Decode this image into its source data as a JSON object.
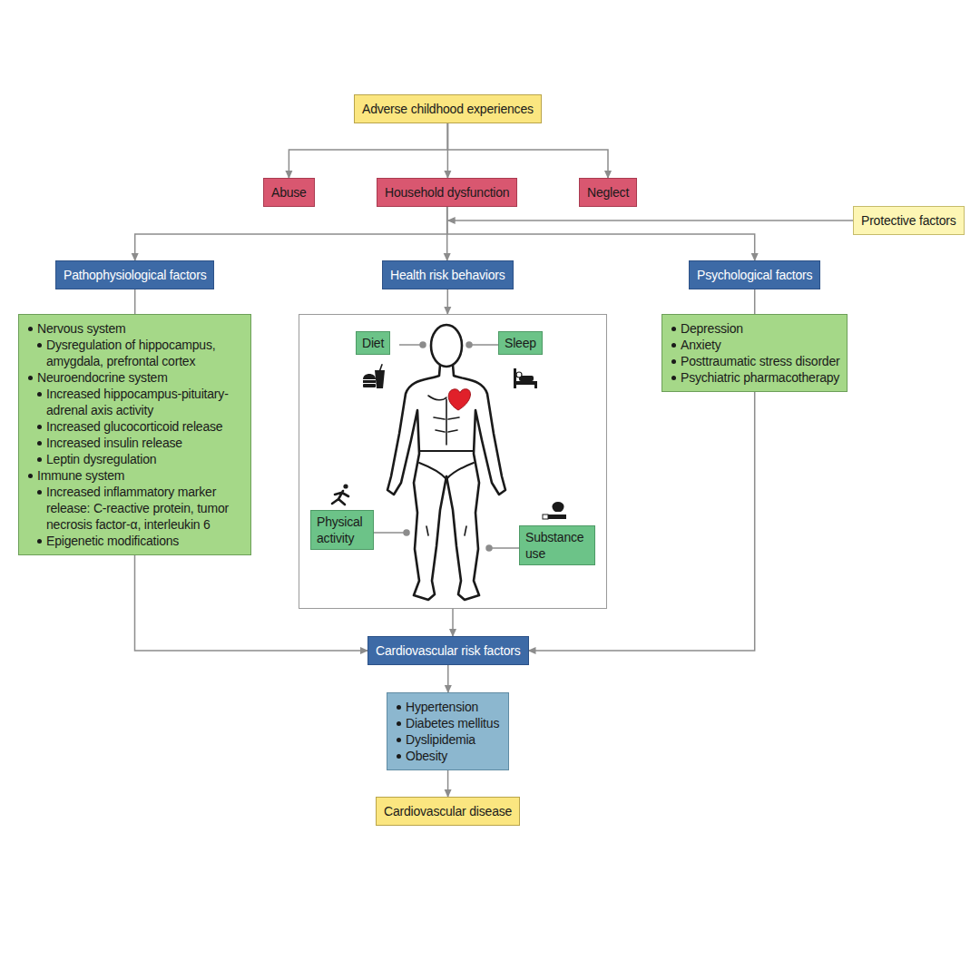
{
  "diagram": {
    "nodes": [
      {
        "text": [
          "Adverse childhood experiences"
        ]
      },
      {
        "text": [
          "Abuse"
        ]
      },
      {
        "text": [
          "Household dysfunction"
        ]
      },
      {
        "text": [
          "Neglect"
        ]
      },
      {
        "text": [
          "Protective factors"
        ]
      },
      {
        "text": [
          "Pathophysiological factors"
        ]
      },
      {
        "text": [
          "Health risk behaviors"
        ]
      },
      {
        "text": [
          "Psychological factors"
        ]
      },
      {
        "text": [
          "Nervous system",
          "Dysregulation of hippocampus, amygdala, prefrontal cortex",
          "Neuroendocrine system",
          "Increased hippocampus-pituitary-adrenal axis activity",
          "Increased glucocorticoid release",
          "Increased insulin release",
          "Leptin dysregulation",
          "Immune system",
          "Increased inflammatory marker release: C-reactive protein, tumor necrosis factor-α, interleukin 6",
          "Epigenetic modifications"
        ]
      },
      {
        "text": []
      },
      {
        "text": [
          "Diet"
        ],
        "in": 9
      },
      {
        "text": [
          "Sleep"
        ],
        "in": 9
      },
      {
        "text": [
          "Physical activity"
        ],
        "in": 9
      },
      {
        "text": [
          "Substance use"
        ],
        "in": 9
      },
      {
        "text": [
          "Depression",
          "Anxiety",
          "Posttraumatic stress disorder",
          "Psychiatric pharmacotherapy"
        ]
      },
      {
        "text": [
          "Cardiovascular risk factors"
        ]
      },
      {
        "text": [
          "Hypertension",
          "Diabetes mellitus",
          "Dyslipidemia",
          "Obesity"
        ]
      },
      {
        "text": [
          "Cardiovascular disease"
        ]
      }
    ],
    "edges": [
      {
        "from": 0,
        "to": 1,
        "arrow": "to"
      },
      {
        "from": 0,
        "to": 2,
        "arrow": "to"
      },
      {
        "from": 0,
        "to": 3,
        "arrow": "to"
      },
      {
        "from": 4,
        "to": 2,
        "arrow": "to"
      },
      {
        "from": 2,
        "to": 5,
        "arrow": "to"
      },
      {
        "from": 2,
        "to": 6,
        "arrow": "to"
      },
      {
        "from": 2,
        "to": 7,
        "arrow": "to"
      },
      {
        "from": 5,
        "to": 8,
        "arrow": "none"
      },
      {
        "from": 6,
        "to": 9,
        "arrow": "to"
      },
      {
        "from": 7,
        "to": 14,
        "arrow": "none"
      },
      {
        "from": 8,
        "to": 15,
        "arrow": "to"
      },
      {
        "from": 9,
        "to": 15,
        "arrow": "to"
      },
      {
        "from": 14,
        "to": 15,
        "arrow": "to"
      },
      {
        "from": 15,
        "to": 16,
        "arrow": "to"
      },
      {
        "from": 16,
        "to": 17,
        "arrow": "to"
      }
    ]
  }
}
